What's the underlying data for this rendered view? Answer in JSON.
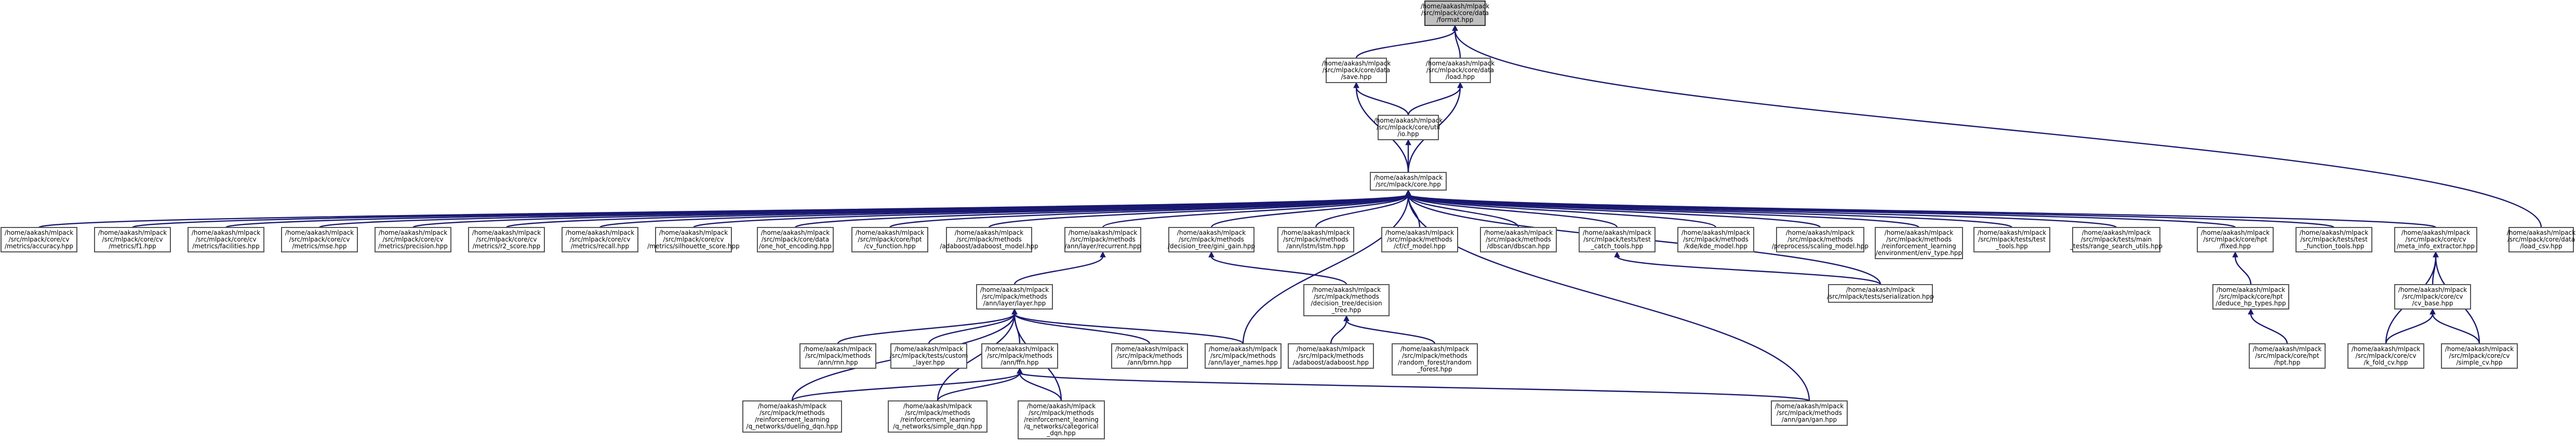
{
  "graph": {
    "edge_color": "#191970",
    "root_fill": "#bfbfbf",
    "nodes": [
      {
        "id": "format",
        "lines": [
          "/home/aakash/mlpack",
          "/src/mlpack/core/data",
          "/format.hpp"
        ],
        "root": true
      },
      {
        "id": "save",
        "lines": [
          "/home/aakash/mlpack",
          "/src/mlpack/core/data",
          "/save.hpp"
        ]
      },
      {
        "id": "load",
        "lines": [
          "/home/aakash/mlpack",
          "/src/mlpack/core/data",
          "/load.hpp"
        ]
      },
      {
        "id": "io",
        "lines": [
          "/home/aakash/mlpack",
          "/src/mlpack/core/util",
          "/io.hpp"
        ]
      },
      {
        "id": "core",
        "lines": [
          "/home/aakash/mlpack",
          "/src/mlpack/core.hpp"
        ]
      },
      {
        "id": "accuracy",
        "lines": [
          "/home/aakash/mlpack",
          "/src/mlpack/core/cv",
          "/metrics/accuracy.hpp"
        ]
      },
      {
        "id": "f1",
        "lines": [
          "/home/aakash/mlpack",
          "/src/mlpack/core/cv",
          "/metrics/f1.hpp"
        ]
      },
      {
        "id": "facilities",
        "lines": [
          "/home/aakash/mlpack",
          "/src/mlpack/core/cv",
          "/metrics/facilities.hpp"
        ]
      },
      {
        "id": "mse",
        "lines": [
          "/home/aakash/mlpack",
          "/src/mlpack/core/cv",
          "/metrics/mse.hpp"
        ]
      },
      {
        "id": "precision",
        "lines": [
          "/home/aakash/mlpack",
          "/src/mlpack/core/cv",
          "/metrics/precision.hpp"
        ]
      },
      {
        "id": "r2",
        "lines": [
          "/home/aakash/mlpack",
          "/src/mlpack/core/cv",
          "/metrics/r2_score.hpp"
        ]
      },
      {
        "id": "recall",
        "lines": [
          "/home/aakash/mlpack",
          "/src/mlpack/core/cv",
          "/metrics/recall.hpp"
        ]
      },
      {
        "id": "silhouette",
        "lines": [
          "/home/aakash/mlpack",
          "/src/mlpack/core/cv",
          "/metrics/silhouette_score.hpp"
        ]
      },
      {
        "id": "onehot",
        "lines": [
          "/home/aakash/mlpack",
          "/src/mlpack/core/data",
          "/one_hot_encoding.hpp"
        ]
      },
      {
        "id": "cvfunction",
        "lines": [
          "/home/aakash/mlpack",
          "/src/mlpack/core/hpt",
          "/cv_function.hpp"
        ]
      },
      {
        "id": "adaboostmodel",
        "lines": [
          "/home/aakash/mlpack",
          "/src/mlpack/methods",
          "/adaboost/adaboost_model.hpp"
        ]
      },
      {
        "id": "recurrent",
        "lines": [
          "/home/aakash/mlpack",
          "/src/mlpack/methods",
          "/ann/layer/recurrent.hpp"
        ]
      },
      {
        "id": "gini",
        "lines": [
          "/home/aakash/mlpack",
          "/src/mlpack/methods",
          "/decision_tree/gini_gain.hpp"
        ]
      },
      {
        "id": "lstm",
        "lines": [
          "/home/aakash/mlpack",
          "/src/mlpack/methods",
          "/ann/lstm/lstm.hpp"
        ]
      },
      {
        "id": "cf",
        "lines": [
          "/home/aakash/mlpack",
          "/src/mlpack/methods",
          "/cf/cf_model.hpp"
        ]
      },
      {
        "id": "dbscan",
        "lines": [
          "/home/aakash/mlpack",
          "/src/mlpack/methods",
          "/dbscan/dbscan.hpp"
        ]
      },
      {
        "id": "catch",
        "lines": [
          "/home/aakash/mlpack",
          "/src/mlpack/tests/test",
          "_catch_tools.hpp"
        ]
      },
      {
        "id": "kde",
        "lines": [
          "/home/aakash/mlpack",
          "/src/mlpack/methods",
          "/kde/kde_model.hpp"
        ]
      },
      {
        "id": "scaling",
        "lines": [
          "/home/aakash/mlpack",
          "/src/mlpack/methods",
          "/preprocess/scaling_model.hpp"
        ]
      },
      {
        "id": "rlenv",
        "lines": [
          "/home/aakash/mlpack",
          "/src/mlpack/methods",
          "/reinforcement_learning",
          "/environment/env_type.hpp"
        ]
      },
      {
        "id": "testtools",
        "lines": [
          "/home/aakash/mlpack",
          "/src/mlpack/tests/test",
          "_tools.hpp"
        ]
      },
      {
        "id": "rangesearch",
        "lines": [
          "/home/aakash/mlpack",
          "/src/mlpack/tests/main",
          "_tests/range_search_utils.hpp"
        ]
      },
      {
        "id": "fixed",
        "lines": [
          "/home/aakash/mlpack",
          "/src/mlpack/core/hpt",
          "/fixed.hpp"
        ]
      },
      {
        "id": "testfunction",
        "lines": [
          "/home/aakash/mlpack",
          "/src/mlpack/tests/test",
          "_function_tools.hpp"
        ]
      },
      {
        "id": "metainfo",
        "lines": [
          "/home/aakash/mlpack",
          "/src/mlpack/core/cv",
          "/meta_info_extractor.hpp"
        ]
      },
      {
        "id": "loadcsv",
        "lines": [
          "/home/aakash/mlpack",
          "/src/mlpack/core/data",
          "/load_csv.hpp"
        ]
      },
      {
        "id": "layer",
        "lines": [
          "/home/aakash/mlpack",
          "/src/mlpack/methods",
          "/ann/layer/layer.hpp"
        ]
      },
      {
        "id": "dtree",
        "lines": [
          "/home/aakash/mlpack",
          "/src/mlpack/methods",
          "/decision_tree/decision",
          "_tree.hpp"
        ]
      },
      {
        "id": "serialization",
        "lines": [
          "/home/aakash/mlpack",
          "/src/mlpack/tests/serialization.hpp"
        ]
      },
      {
        "id": "deduce",
        "lines": [
          "/home/aakash/mlpack",
          "/src/mlpack/core/hpt",
          "/deduce_hp_types.hpp"
        ]
      },
      {
        "id": "cvbase",
        "lines": [
          "/home/aakash/mlpack",
          "/src/mlpack/core/cv",
          "/cv_base.hpp"
        ]
      },
      {
        "id": "rnn",
        "lines": [
          "/home/aakash/mlpack",
          "/src/mlpack/methods",
          "/ann/rnn.hpp"
        ]
      },
      {
        "id": "customlayer",
        "lines": [
          "/home/aakash/mlpack",
          "/src/mlpack/tests/custom",
          "_layer.hpp"
        ]
      },
      {
        "id": "ffn",
        "lines": [
          "/home/aakash/mlpack",
          "/src/mlpack/methods",
          "/ann/ffn.hpp"
        ]
      },
      {
        "id": "brnn",
        "lines": [
          "/home/aakash/mlpack",
          "/src/mlpack/methods",
          "/ann/brnn.hpp"
        ]
      },
      {
        "id": "layernames",
        "lines": [
          "/home/aakash/mlpack",
          "/src/mlpack/methods",
          "/ann/layer_names.hpp"
        ]
      },
      {
        "id": "adaboost",
        "lines": [
          "/home/aakash/mlpack",
          "/src/mlpack/methods",
          "/adaboost/adaboost.hpp"
        ]
      },
      {
        "id": "randomforest",
        "lines": [
          "/home/aakash/mlpack",
          "/src/mlpack/methods",
          "/random_forest/random",
          "_forest.hpp"
        ]
      },
      {
        "id": "hpt",
        "lines": [
          "/home/aakash/mlpack",
          "/src/mlpack/core/hpt",
          "/hpt.hpp"
        ]
      },
      {
        "id": "kfold",
        "lines": [
          "/home/aakash/mlpack",
          "/src/mlpack/core/cv",
          "/k_fold_cv.hpp"
        ]
      },
      {
        "id": "simplecv",
        "lines": [
          "/home/aakash/mlpack",
          "/src/mlpack/core/cv",
          "/simple_cv.hpp"
        ]
      },
      {
        "id": "duelingdqn",
        "lines": [
          "/home/aakash/mlpack",
          "/src/mlpack/methods",
          "/reinforcement_learning",
          "/q_networks/dueling_dqn.hpp"
        ]
      },
      {
        "id": "simpledqn",
        "lines": [
          "/home/aakash/mlpack",
          "/src/mlpack/methods",
          "/reinforcement_learning",
          "/q_networks/simple_dqn.hpp"
        ]
      },
      {
        "id": "categoricaldqn",
        "lines": [
          "/home/aakash/mlpack",
          "/src/mlpack/methods",
          "/reinforcement_learning",
          "/q_networks/categorical",
          "_dqn.hpp"
        ]
      },
      {
        "id": "gan",
        "lines": [
          "/home/aakash/mlpack",
          "/src/mlpack/methods",
          "/ann/gan/gan.hpp"
        ]
      }
    ],
    "edges": [
      [
        "save",
        "format"
      ],
      [
        "load",
        "format"
      ],
      [
        "loadcsv",
        "format"
      ],
      [
        "io",
        "save"
      ],
      [
        "io",
        "load"
      ],
      [
        "core",
        "save"
      ],
      [
        "core",
        "load"
      ],
      [
        "core",
        "io"
      ],
      [
        "accuracy",
        "core"
      ],
      [
        "f1",
        "core"
      ],
      [
        "facilities",
        "core"
      ],
      [
        "mse",
        "core"
      ],
      [
        "precision",
        "core"
      ],
      [
        "r2",
        "core"
      ],
      [
        "recall",
        "core"
      ],
      [
        "silhouette",
        "core"
      ],
      [
        "onehot",
        "core"
      ],
      [
        "cvfunction",
        "core"
      ],
      [
        "adaboostmodel",
        "core"
      ],
      [
        "recurrent",
        "core"
      ],
      [
        "gini",
        "core"
      ],
      [
        "lstm",
        "core"
      ],
      [
        "cf",
        "core"
      ],
      [
        "dbscan",
        "core"
      ],
      [
        "catch",
        "core"
      ],
      [
        "kde",
        "core"
      ],
      [
        "scaling",
        "core"
      ],
      [
        "rlenv",
        "core"
      ],
      [
        "testtools",
        "core"
      ],
      [
        "rangesearch",
        "core"
      ],
      [
        "fixed",
        "core"
      ],
      [
        "testfunction",
        "core"
      ],
      [
        "metainfo",
        "core"
      ],
      [
        "layernames",
        "core"
      ],
      [
        "serialization",
        "core"
      ],
      [
        "gan",
        "core"
      ],
      [
        "layer",
        "recurrent"
      ],
      [
        "dtree",
        "gini"
      ],
      [
        "serialization",
        "catch"
      ],
      [
        "deduce",
        "fixed"
      ],
      [
        "cvbase",
        "metainfo"
      ],
      [
        "rnn",
        "layer"
      ],
      [
        "customlayer",
        "layer"
      ],
      [
        "ffn",
        "layer"
      ],
      [
        "brnn",
        "layer"
      ],
      [
        "layernames",
        "layer"
      ],
      [
        "duelingdqn",
        "layer"
      ],
      [
        "simpledqn",
        "layer"
      ],
      [
        "categoricaldqn",
        "layer"
      ],
      [
        "adaboost",
        "dtree"
      ],
      [
        "randomforest",
        "dtree"
      ],
      [
        "hpt",
        "deduce"
      ],
      [
        "kfold",
        "cvbase"
      ],
      [
        "simplecv",
        "cvbase"
      ],
      [
        "kfold",
        "metainfo"
      ],
      [
        "simplecv",
        "metainfo"
      ],
      [
        "duelingdqn",
        "ffn"
      ],
      [
        "simpledqn",
        "ffn"
      ],
      [
        "categoricaldqn",
        "ffn"
      ],
      [
        "gan",
        "ffn"
      ]
    ]
  }
}
